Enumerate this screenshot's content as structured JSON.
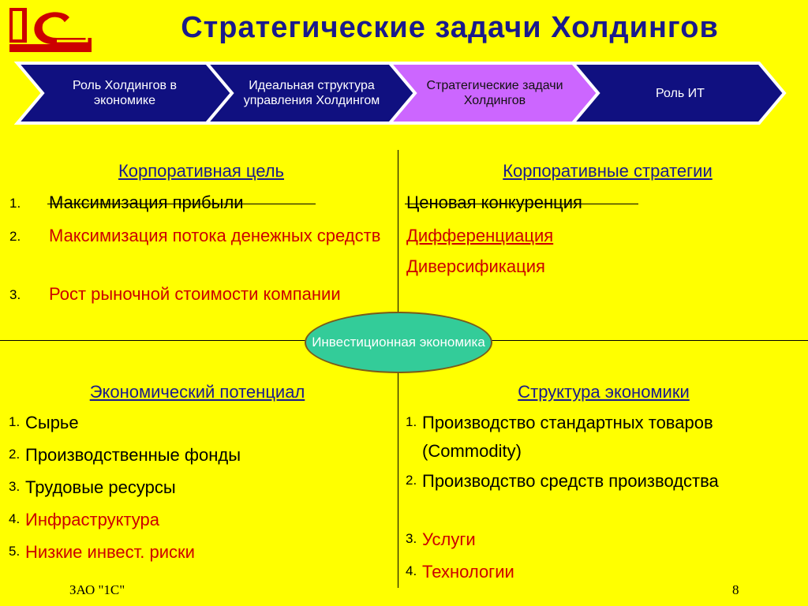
{
  "logo": {
    "text": "1С"
  },
  "title": "Стратегические задачи Холдингов",
  "chevrons": [
    {
      "label": "Роль Холдингов в экономике",
      "color": "#101080",
      "active": false
    },
    {
      "label": "Идеальная структура управления Холдингом",
      "color": "#101080",
      "active": false
    },
    {
      "label": "Стратегические задачи Холдингов",
      "color": "#cc66ff",
      "active": true
    },
    {
      "label": "Роль ИТ",
      "color": "#101080",
      "active": false
    }
  ],
  "top_left": {
    "heading": "Корпоративная цель",
    "items": [
      {
        "num": "1.",
        "text": "Максимизация прибыли",
        "color": "black",
        "struck": true
      },
      {
        "num": "2.",
        "text": "Максимизация потока денежных средств",
        "color": "red"
      },
      {
        "num": "3.",
        "text": "Рост рыночной стоимости компании",
        "color": "red"
      }
    ]
  },
  "top_right": {
    "heading": "Корпоративные стратегии",
    "items": [
      {
        "text": "Ценовая конкуренция",
        "color": "black",
        "struck": true
      },
      {
        "text": "Дифференциация",
        "color": "red",
        "underline": true
      },
      {
        "text": "Диверсификация",
        "color": "red"
      }
    ]
  },
  "center": {
    "label": "Инвестиционная экономика"
  },
  "bottom_left": {
    "heading": "Экономический потенциал",
    "items": [
      {
        "num": "1.",
        "text": "Сырье",
        "color": "black"
      },
      {
        "num": "2.",
        "text": "Производственные фонды",
        "color": "black"
      },
      {
        "num": "3.",
        "text": "Трудовые ресурсы",
        "color": "black"
      },
      {
        "num": "4.",
        "text": "Инфраструктура",
        "color": "red"
      },
      {
        "num": "5.",
        "text": "Низкие инвест. риски",
        "color": "red"
      }
    ]
  },
  "bottom_right": {
    "heading": "Структура экономики",
    "items": [
      {
        "num": "1.",
        "text": "Производство стандартных товаров (Commodity)",
        "color": "black"
      },
      {
        "num": "2.",
        "text": "Производство средств производства",
        "color": "black"
      },
      {
        "num": "3.",
        "text": "Услуги",
        "color": "red"
      },
      {
        "num": "4.",
        "text": "Технологии",
        "color": "red"
      }
    ]
  },
  "footer": {
    "company": "ЗАО \"1С\"",
    "page": "8"
  }
}
